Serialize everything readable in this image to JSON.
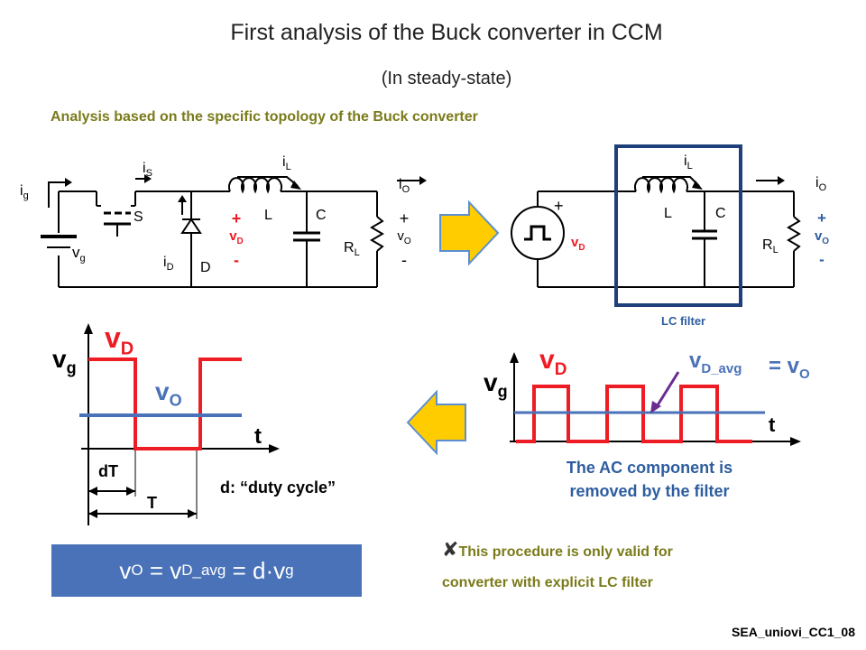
{
  "title": "First analysis of the Buck converter in CCM",
  "subtitle": "(In steady-state)",
  "analysis_heading": "Analysis based on the specific topology of the Buck converter",
  "circuit1": {
    "ig": "i",
    "ig_sub": "g",
    "is": "i",
    "is_sub": "S",
    "il": "i",
    "il_sub": "L",
    "io": "i",
    "io_sub": "O",
    "vg": "v",
    "vg_sub": "g",
    "s": "S",
    "d": "D",
    "l": "L",
    "c": "C",
    "id": "i",
    "id_sub": "D",
    "rl": "R",
    "rl_sub": "L",
    "vd_plus": "+",
    "vd": "v",
    "vd_sub": "D",
    "vd_minus": "-",
    "vo_plus": "+",
    "vo": "v",
    "vo_sub": "O",
    "vo_minus": "-"
  },
  "circuit2": {
    "plus": "+",
    "vd": "v",
    "vd_sub": "D",
    "il": "i",
    "il_sub": "L",
    "io": "i",
    "io_sub": "O",
    "l": "L",
    "c": "C",
    "rl": "R",
    "rl_sub": "L",
    "vo_plus": "+",
    "vo": "v",
    "vo_sub": "O",
    "vo_minus": "-",
    "lc_filter": "LC filter"
  },
  "waveform1": {
    "vd": "v",
    "vd_sub": "D",
    "vg": "v",
    "vg_sub": "g",
    "vo": "v",
    "vo_sub": "O",
    "t": "t",
    "dT": "dT",
    "T": "T",
    "duty_note": "d: “duty cycle”"
  },
  "waveform2": {
    "vd": "v",
    "vd_sub": "D",
    "vd_avg": "v",
    "vd_avg_sub": "D_avg",
    "equals_vo": "= v",
    "equals_vo_sub": "O",
    "vg": "v",
    "vg_sub": "g",
    "t": "t",
    "ac_note_line1": "The AC component is",
    "ac_note_line2": "removed by the filter"
  },
  "formula": {
    "v1": "v",
    "s1": "O",
    "eq1": " = v",
    "s2": "D_avg",
    "eq2": " = d·v",
    "s3": "g"
  },
  "note": {
    "mark": "✘",
    "line1": "This procedure is only valid for",
    "line2": "converter with explicit LC filter"
  },
  "footer": "SEA_uniovi_CC1_08",
  "colors": {
    "red": "#ee1c24",
    "blue": "#4a72b8",
    "olive": "#7a7a1a",
    "navy": "#1f3f7a",
    "arrow_fill": "#ffcc00",
    "arrow_stroke": "#5b8fd0",
    "teal": "#2e5d9f"
  }
}
